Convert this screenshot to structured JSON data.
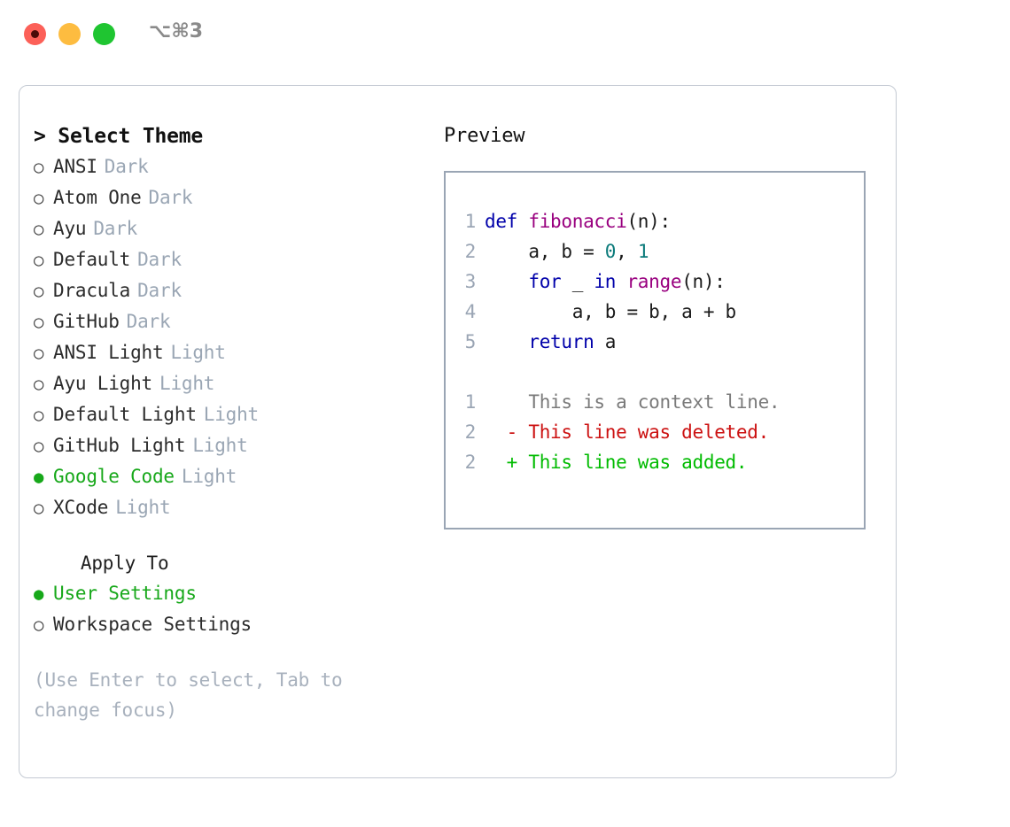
{
  "titlebar": {
    "traffic_lights": [
      {
        "name": "close",
        "color": "#fc6058"
      },
      {
        "name": "minimize",
        "color": "#fdbc40"
      },
      {
        "name": "zoom",
        "color": "#1fc531"
      }
    ],
    "shortcut": "⌥⌘3"
  },
  "theme_picker": {
    "header": "> Select Theme",
    "items": [
      {
        "bullet": "○",
        "label": "ANSI",
        "variant": "Dark",
        "selected": false
      },
      {
        "bullet": "○",
        "label": "Atom One",
        "variant": "Dark",
        "selected": false
      },
      {
        "bullet": "○",
        "label": "Ayu",
        "variant": "Dark",
        "selected": false
      },
      {
        "bullet": "○",
        "label": "Default",
        "variant": "Dark",
        "selected": false
      },
      {
        "bullet": "○",
        "label": "Dracula",
        "variant": "Dark",
        "selected": false
      },
      {
        "bullet": "○",
        "label": "GitHub",
        "variant": "Dark",
        "selected": false
      },
      {
        "bullet": "○",
        "label": "ANSI Light",
        "variant": "Light",
        "selected": false
      },
      {
        "bullet": "○",
        "label": "Ayu Light",
        "variant": "Light",
        "selected": false
      },
      {
        "bullet": "○",
        "label": "Default Light",
        "variant": "Light",
        "selected": false
      },
      {
        "bullet": "○",
        "label": "GitHub Light",
        "variant": "Light",
        "selected": false
      },
      {
        "bullet": "●",
        "label": "Google Code",
        "variant": "Light",
        "selected": true
      },
      {
        "bullet": "○",
        "label": "XCode",
        "variant": "Light",
        "selected": false
      }
    ]
  },
  "apply_to": {
    "header": "  Apply To",
    "items": [
      {
        "bullet": "●",
        "label": "User Settings",
        "selected": true
      },
      {
        "bullet": "○",
        "label": "Workspace Settings",
        "selected": false
      }
    ]
  },
  "hint": "(Use Enter to select, Tab to change focus)",
  "preview": {
    "title": "Preview",
    "code_lines": [
      {
        "no": "1",
        "tokens": [
          {
            "t": "def ",
            "c": "kw"
          },
          {
            "t": "fibonacci",
            "c": "fn"
          },
          {
            "t": "(n):",
            "c": "plain"
          }
        ]
      },
      {
        "no": "2",
        "tokens": [
          {
            "t": "    a, b = ",
            "c": "plain"
          },
          {
            "t": "0",
            "c": "num"
          },
          {
            "t": ", ",
            "c": "plain"
          },
          {
            "t": "1",
            "c": "num"
          }
        ]
      },
      {
        "no": "3",
        "tokens": [
          {
            "t": "    ",
            "c": "plain"
          },
          {
            "t": "for",
            "c": "kw"
          },
          {
            "t": " _ ",
            "c": "plain"
          },
          {
            "t": "in",
            "c": "kw"
          },
          {
            "t": " ",
            "c": "plain"
          },
          {
            "t": "range",
            "c": "fn"
          },
          {
            "t": "(n):",
            "c": "plain"
          }
        ]
      },
      {
        "no": "4",
        "tokens": [
          {
            "t": "        a, b = b, a + b",
            "c": "plain"
          }
        ]
      },
      {
        "no": "5",
        "tokens": [
          {
            "t": "    ",
            "c": "plain"
          },
          {
            "t": "return",
            "c": "kw"
          },
          {
            "t": " a",
            "c": "plain"
          }
        ]
      }
    ],
    "diff_lines": [
      {
        "no": "1",
        "marker": "  ",
        "text": "This is a context line.",
        "kind": "ctx"
      },
      {
        "no": "2",
        "marker": "- ",
        "text": "This line was deleted.",
        "kind": "del"
      },
      {
        "no": "2",
        "marker": "+ ",
        "text": "This line was added.",
        "kind": "add"
      }
    ]
  },
  "colors": {
    "accent_green": "#17a81a",
    "muted": "#9aa6b4",
    "panel_border": "#c4cad3",
    "preview_border": "#9aa5b4",
    "keyword": "#0000aa",
    "function": "#99007f",
    "number": "#0b7a7a",
    "diff_add": "#00bb00",
    "diff_del": "#cc1111"
  }
}
